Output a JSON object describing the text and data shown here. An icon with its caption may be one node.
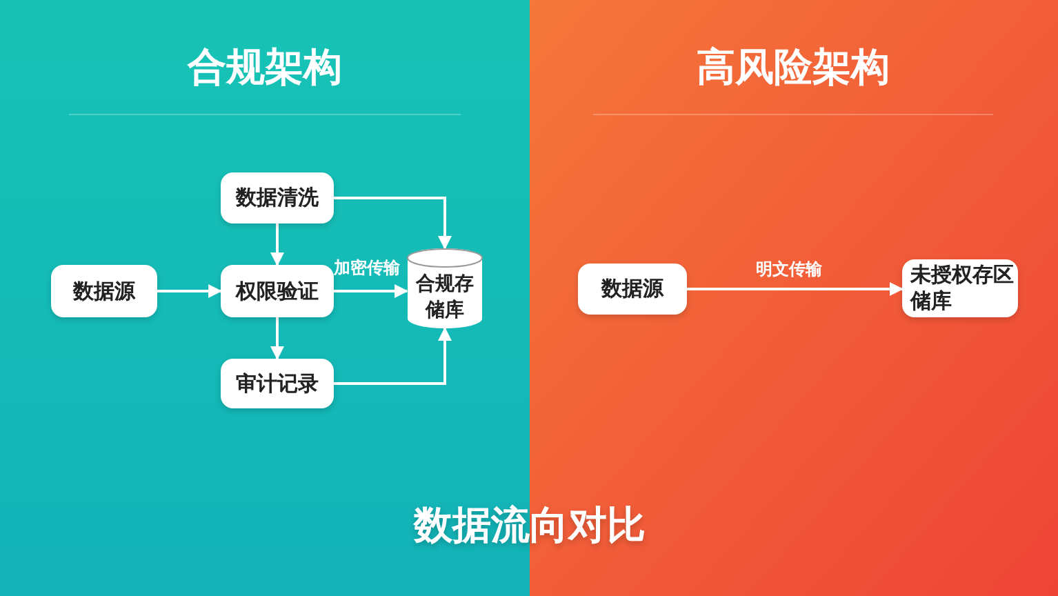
{
  "diagram": {
    "title": "数据流向对比",
    "nodes": [
      {
        "text": [
          "数据源"
        ]
      },
      {
        "text": [
          "数据清洗"
        ]
      },
      {
        "text": [
          "权限验证"
        ]
      },
      {
        "text": [
          "审计记录"
        ]
      },
      {
        "text": [
          "合规存储库"
        ]
      },
      {
        "text": [
          "数据源"
        ]
      },
      {
        "text": [
          "未授权存区储库"
        ]
      }
    ],
    "edges": [
      {
        "from": 0,
        "to": 2,
        "arrow": "to"
      },
      {
        "from": 1,
        "to": 2,
        "arrow": "to"
      },
      {
        "from": 2,
        "to": 4,
        "arrow": "to",
        "label": "加密传输"
      },
      {
        "from": 2,
        "to": 3,
        "arrow": "to"
      },
      {
        "from": 1,
        "to": 4,
        "arrow": "to"
      },
      {
        "from": 3,
        "to": 4,
        "arrow": "to"
      },
      {
        "from": 5,
        "to": 6,
        "arrow": "to",
        "label": "明文传输"
      }
    ],
    "labels": [
      "合规架构",
      "高风险架构"
    ]
  }
}
